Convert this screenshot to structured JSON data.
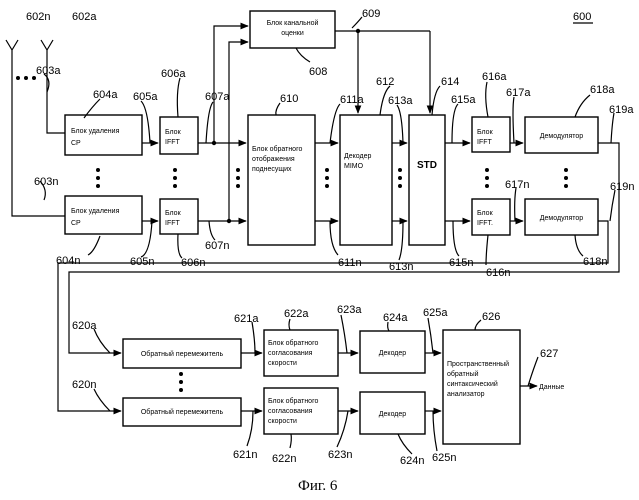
{
  "figure_number": "600",
  "caption": "Фиг. 6",
  "refs": {
    "r602n": "602n",
    "r602a": "602a",
    "r603a": "603a",
    "r603n": "603n",
    "r604a": "604a",
    "r604n": "604n",
    "r605a": "605a",
    "r605n": "605n",
    "r606a": "606a",
    "r606n": "606n",
    "r607a": "607a",
    "r607n": "607n",
    "r608": "608",
    "r609": "609",
    "r610": "610",
    "r611a": "611a",
    "r611n": "611n",
    "r612": "612",
    "r613a": "613a",
    "r613n": "613n",
    "r614": "614",
    "r615a": "615a",
    "r615n": "615n",
    "r616a": "616a",
    "r616n": "616n",
    "r617a": "617a",
    "r617n": "617n",
    "r618a": "618a",
    "r618n": "618n",
    "r619a": "619a",
    "r619n": "619n",
    "r620a": "620a",
    "r620n": "620n",
    "r621a": "621a",
    "r621n": "621n",
    "r622a": "622a",
    "r622n": "622n",
    "r623a": "623a",
    "r623n": "623n",
    "r624a": "624a",
    "r624n": "624n",
    "r625a": "625a",
    "r625n": "625n",
    "r626": "626",
    "r627": "627"
  },
  "blocks": {
    "channel_est": [
      "Блок канальной",
      "оценки"
    ],
    "cp_a": [
      "Блок удаления",
      "CP"
    ],
    "cp_n": [
      "Блок удаления",
      "CP"
    ],
    "ifft_a": [
      "Блок",
      "IFFT"
    ],
    "ifft_n": [
      "Блок",
      "IFFT"
    ],
    "demap": [
      "Блок обратного",
      "отображения",
      "поднесущих"
    ],
    "mimo": [
      "Декодер",
      "MIMO"
    ],
    "std": "STD",
    "ifft2_a": [
      "Блок",
      "IFFT"
    ],
    "ifft2_n": [
      "Блок",
      "IFFT."
    ],
    "demod_a": "Демодулятор",
    "demod_n": "Демодулятор",
    "deint_a": "Обратный перемежитель",
    "deint_n": "Обратный перемежитель",
    "rate_a": [
      "Блок обратного",
      "согласования",
      "скорости"
    ],
    "rate_n": [
      "Блок обратного",
      "согласования",
      "скорости"
    ],
    "dec_a": "Декодер",
    "dec_n": "Декодер",
    "analyzer": [
      "Пространственный",
      "обратный",
      "синтаксический",
      "анализатор"
    ]
  },
  "output_label": "Данные"
}
